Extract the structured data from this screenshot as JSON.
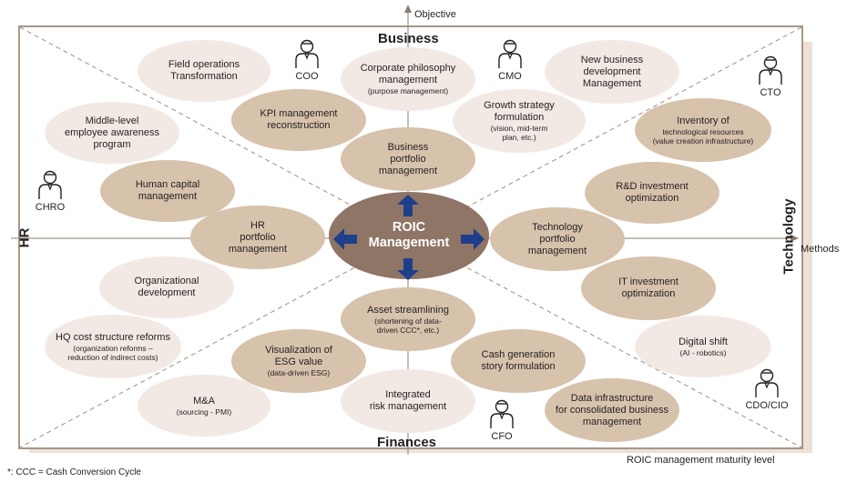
{
  "axes": {
    "vertical_label": "Objective",
    "horizontal_label": "Methods"
  },
  "sections": {
    "top": "Business",
    "bottom": "Finances",
    "left": "HR",
    "right": "Technology"
  },
  "center": {
    "line1": "ROIC",
    "line2": "Management"
  },
  "roles": {
    "coo": "COO",
    "cmo": "CMO",
    "cto": "CTO",
    "chro": "CHRO",
    "cfo": "CFO",
    "cdo": "CDO/CIO"
  },
  "nodes": {
    "field_ops": {
      "line1": "Field operations",
      "line2": "Transformation"
    },
    "corp_philosophy": {
      "line1": "Corporate philosophy",
      "line2": "management",
      "sub": "(purpose management)"
    },
    "new_business": {
      "line1": "New business",
      "line2": "development",
      "line3": "Management"
    },
    "kpi": {
      "line1": "KPI management",
      "line2": "reconstruction"
    },
    "growth": {
      "line1": "Growth strategy",
      "line2": "formulation",
      "sub1": "(vision, mid-term",
      "sub2": "plan, etc.)"
    },
    "middle_level": {
      "line1": "Middle-level",
      "line2": "employee awareness",
      "line3": "program"
    },
    "inventory_tech": {
      "line1": "Inventory of",
      "sub1": "technological resources",
      "sub2": "(value creation infrastructure)"
    },
    "business_portfolio": {
      "line1": "Business",
      "line2": "portfolio",
      "line3": "management"
    },
    "human_capital": {
      "line1": "Human capital",
      "line2": "management"
    },
    "rnd": {
      "line1": "R&D investment",
      "line2": "optimization"
    },
    "hr_portfolio": {
      "line1": "HR",
      "line2": "portfolio",
      "line3": "management"
    },
    "tech_portfolio": {
      "line1": "Technology",
      "line2": "portfolio",
      "line3": "management"
    },
    "org_dev": {
      "line1": "Organizational",
      "line2": "development"
    },
    "it_invest": {
      "line1": "IT investment",
      "line2": "optimization"
    },
    "asset": {
      "line1": "Asset streamlining",
      "sub1": "(shortening of data-",
      "sub2": "driven CCC*, etc.)"
    },
    "hq_cost": {
      "line1": "HQ cost structure reforms",
      "sub1": "(organization reforms –",
      "sub2": "reduction of indirect costs)"
    },
    "digital_shift": {
      "line1": "Digital shift",
      "sub": "(AI - robotics)"
    },
    "esg": {
      "line1": "Visualization of",
      "line2": "ESG value",
      "sub": "(data-driven ESG)"
    },
    "cash_gen": {
      "line1": "Cash generation",
      "line2": "story formulation"
    },
    "ma": {
      "line1": "M&A",
      "sub": "(sourcing - PMI)"
    },
    "risk": {
      "line1": "Integrated",
      "line2": "risk management"
    },
    "data_infra": {
      "line1": "Data infrastructure",
      "line2": "for consolidated business",
      "line3": "management"
    }
  },
  "maturity_label": "ROIC management maturity level",
  "footnote": "*: CCC = Cash Conversion Cycle",
  "colors": {
    "dark_ellipse": "#d7c2ac",
    "light_ellipse": "#f2e9e4",
    "center": "#8f7566",
    "arrow": "#1f3f8a",
    "frame": "#a8978a",
    "shadow": "#ede0d7"
  }
}
